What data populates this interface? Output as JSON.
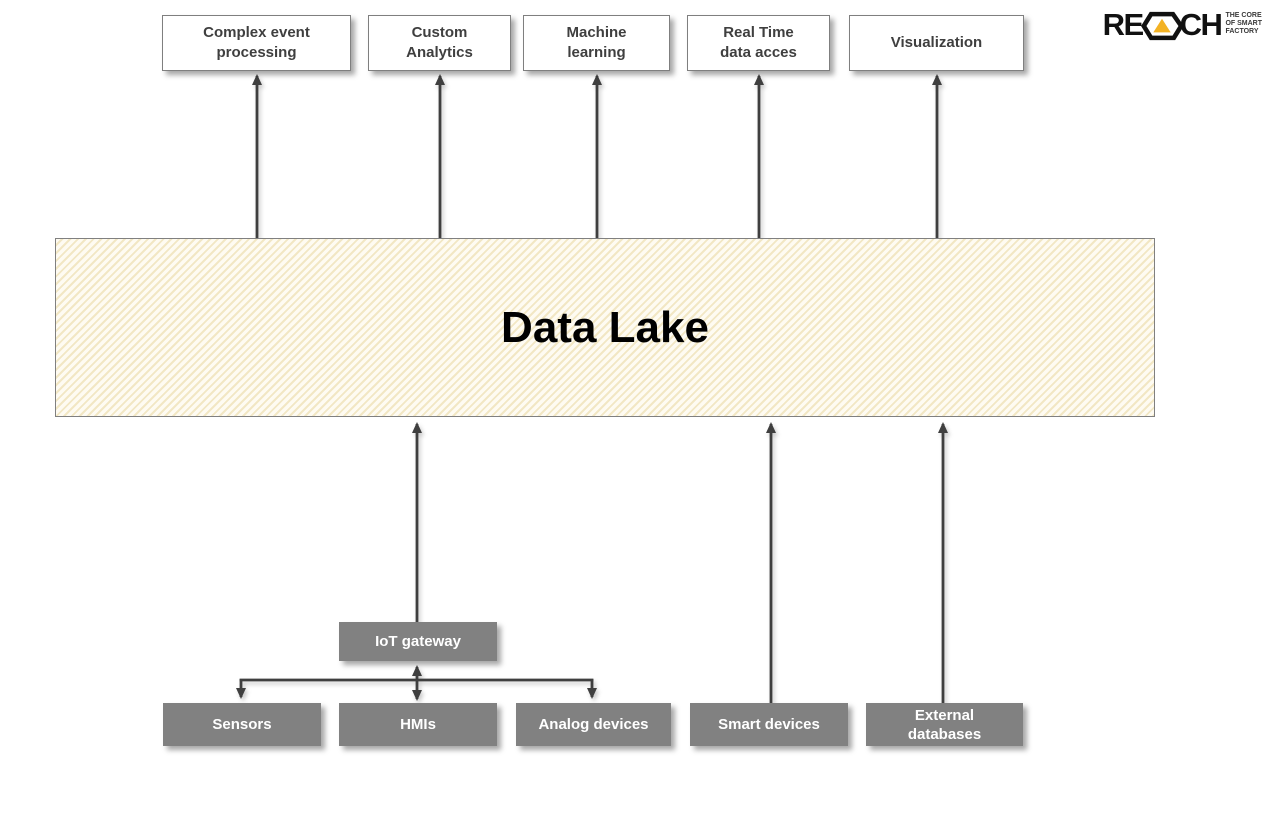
{
  "logo": {
    "brand_prefix": "RE",
    "brand_suffix": "CH",
    "tagline": "THE CORE\nOF SMART\nFACTORY",
    "colors": {
      "text": "#111111",
      "triangle": "#f3b224"
    }
  },
  "diagram": {
    "type": "flow-diagram",
    "center_node": {
      "id": "data-lake",
      "label": "Data Lake"
    },
    "top_nodes": [
      {
        "id": "complex-event-processing",
        "label": "Complex event\nprocessing"
      },
      {
        "id": "custom-analytics",
        "label": "Custom\nAnalytics"
      },
      {
        "id": "machine-learning",
        "label": "Machine\nlearning"
      },
      {
        "id": "real-time-data-acces",
        "label": "Real Time\ndata acces"
      },
      {
        "id": "visualization",
        "label": "Visualization"
      }
    ],
    "gateway_node": {
      "id": "iot-gateway",
      "label": "IoT gateway"
    },
    "source_nodes": [
      {
        "id": "sensors",
        "label": "Sensors"
      },
      {
        "id": "hmis",
        "label": "HMIs"
      },
      {
        "id": "analog-devices",
        "label": "Analog devices"
      },
      {
        "id": "smart-devices",
        "label": "Smart devices"
      },
      {
        "id": "external-databases",
        "label": "External\ndatabases"
      }
    ],
    "edges": [
      {
        "from": "data-lake",
        "to": "complex-event-processing",
        "direction": "up"
      },
      {
        "from": "data-lake",
        "to": "custom-analytics",
        "direction": "up"
      },
      {
        "from": "data-lake",
        "to": "machine-learning",
        "direction": "up"
      },
      {
        "from": "data-lake",
        "to": "real-time-data-acces",
        "direction": "up"
      },
      {
        "from": "data-lake",
        "to": "visualization",
        "direction": "up"
      },
      {
        "from": "iot-gateway",
        "to": "data-lake",
        "direction": "up"
      },
      {
        "from": "smart-devices",
        "to": "data-lake",
        "direction": "up"
      },
      {
        "from": "external-databases",
        "to": "data-lake",
        "direction": "up"
      },
      {
        "from": "iot-gateway",
        "to": "hmis",
        "direction": "bidirectional"
      },
      {
        "from": "iot-gateway",
        "to": "sensors",
        "direction": "down"
      },
      {
        "from": "iot-gateway",
        "to": "analog-devices",
        "direction": "down"
      }
    ],
    "colors": {
      "top_node_fill": "#ffffff",
      "top_node_border": "#7f7f7f",
      "top_node_text": "#3f3f3f",
      "lake_fill_base": "#fefbf2",
      "lake_stripe": "#f2e7c4",
      "lake_border": "#808080",
      "lake_text": "#000000",
      "gray_node_fill": "#818181",
      "gray_node_text": "#ffffff",
      "arrow": "#3f3f3f"
    }
  }
}
